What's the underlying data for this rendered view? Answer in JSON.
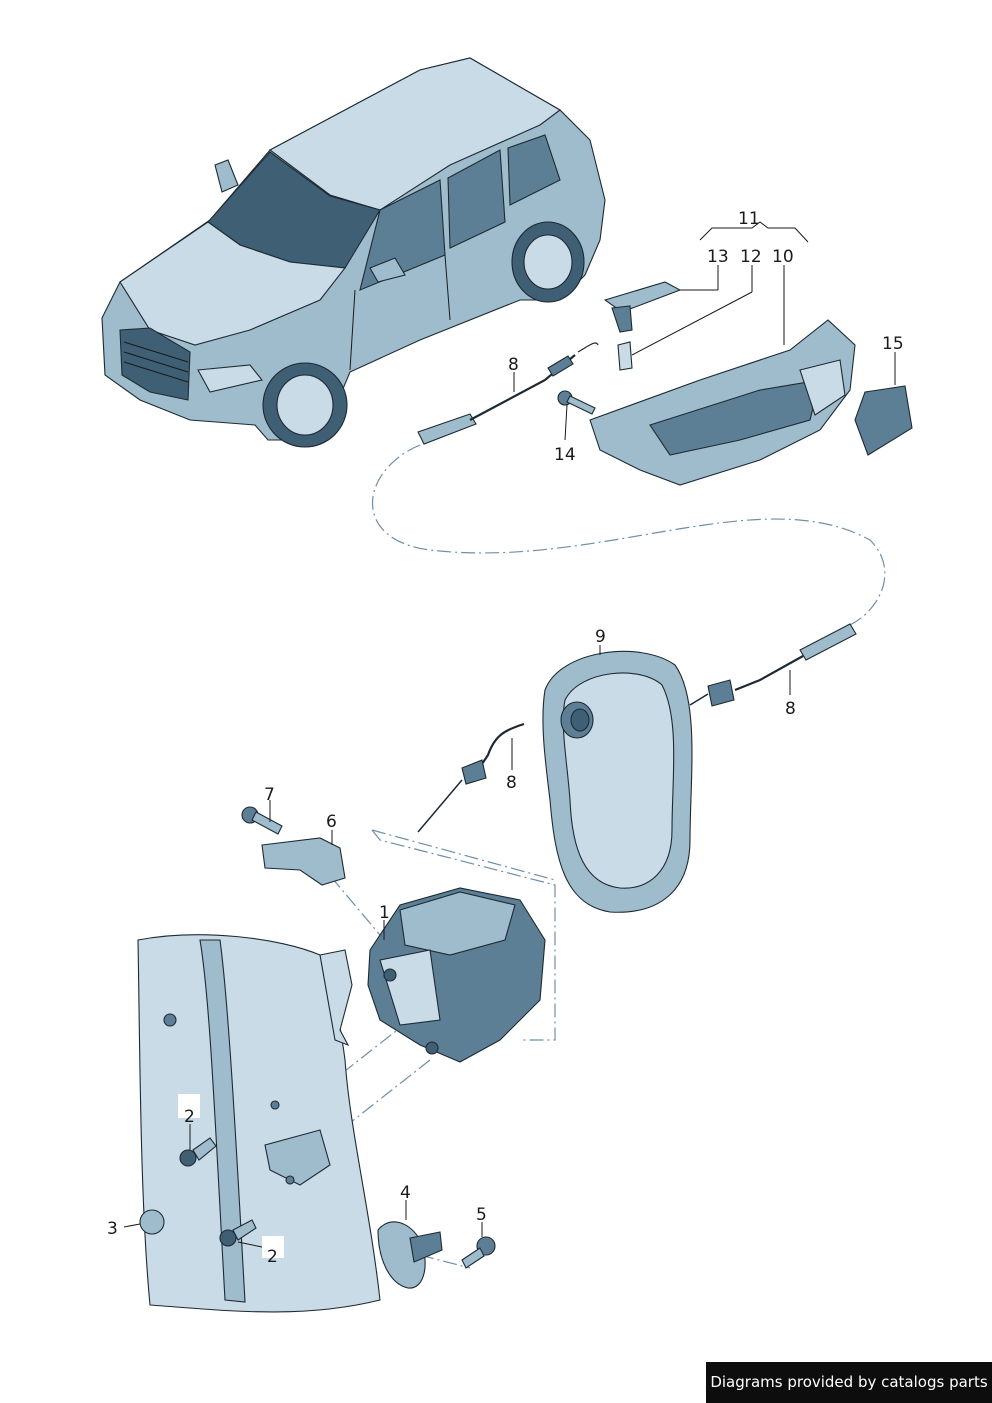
{
  "callouts": {
    "c1": "1",
    "c2a": "2",
    "c2b": "2",
    "c3": "3",
    "c4": "4",
    "c5": "5",
    "c6": "6",
    "c7": "7",
    "c8a": "8",
    "c8b": "8",
    "c8c": "8",
    "c9": "9",
    "c10": "10",
    "c11": "11",
    "c12": "12",
    "c13": "13",
    "c14": "14",
    "c15": "15"
  },
  "credit": "Diagrams provided by catalogs parts",
  "colors": {
    "part_light": "#c9dbe6",
    "part_mid": "#9fbccd",
    "part_dark": "#5d7f95",
    "outline": "#1e2a33",
    "dash_line": "#6f8fa8",
    "credit_bg": "#0d0d0d"
  }
}
